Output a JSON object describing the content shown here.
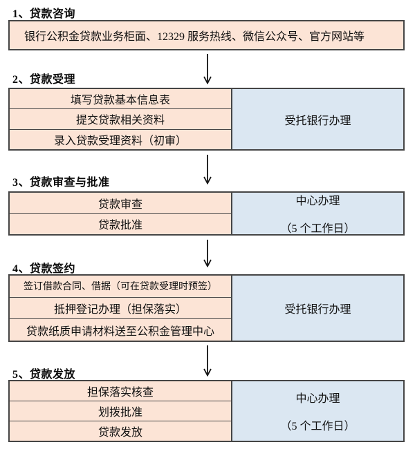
{
  "flowchart": {
    "sections": [
      {
        "heading": "1、贷款咨询",
        "box": "银行公积金贷款业务柜面、12329 服务热线、微信公众号、官方网站等"
      },
      {
        "heading": "2、贷款受理",
        "steps": [
          "填写贷款基本信息表",
          "提交贷款相关资料",
          "录入贷款受理资料（初审）"
        ],
        "handler": "受托银行办理"
      },
      {
        "heading": "3、贷款审查与批准",
        "steps": [
          "贷款审查",
          "贷款批准"
        ],
        "handler": "中心办理",
        "handler_note": "（5 个工作日）"
      },
      {
        "heading": "4、贷款签约",
        "steps": [
          "签订借款合同、借据（可在贷款受理时预签）",
          "抵押登记办理（担保落实）",
          "贷款纸质申请材料送至公积金管理中心"
        ],
        "handler": "受托银行办理"
      },
      {
        "heading": "5、贷款发放",
        "steps": [
          "担保落实核查",
          "划拨批准",
          "贷款发放"
        ],
        "handler": "中心办理",
        "handler_note": "（5 个工作日）"
      }
    ]
  },
  "icons": {
    "flow_arrow": "down-arrow"
  },
  "colors": {
    "step_fill": "#fce4d6",
    "handler_fill": "#dbe7f2",
    "border": "#454545",
    "text": "#111111",
    "arrow": "#111111",
    "background": "#ffffff"
  }
}
